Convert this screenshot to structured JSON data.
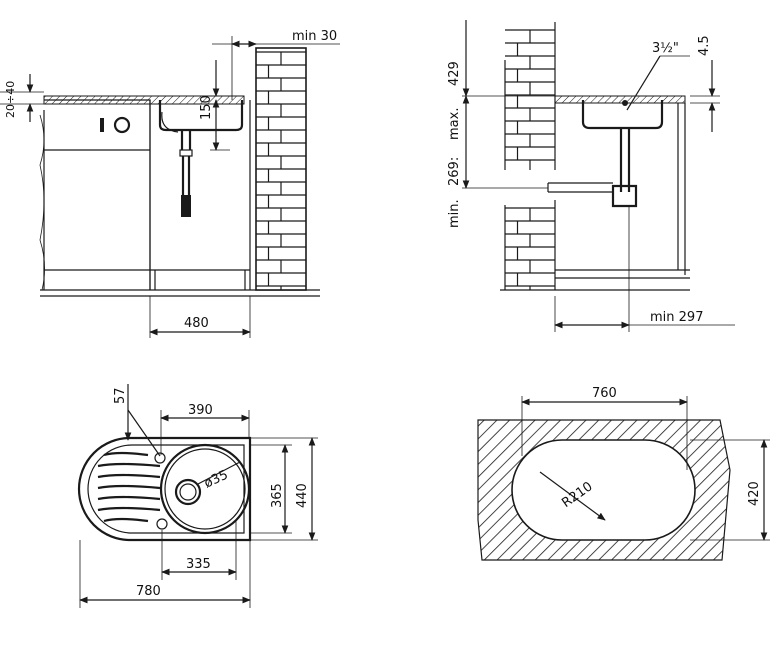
{
  "dimensions": {
    "min_30": "min 30",
    "d20_40": "20÷40",
    "d150": "150",
    "d480": "480",
    "d429": "429",
    "max": "max.",
    "d269": "269:",
    "min": "min.",
    "d3half": "3½\"",
    "d4_5": "4.5",
    "min_297": "min 297",
    "d57": "57",
    "d390": "390",
    "d_o35": "ø35",
    "d365": "365",
    "d440": "440",
    "d335": "335",
    "d780": "780",
    "d760": "760",
    "r210": "R210",
    "d420": "420"
  },
  "colors": {
    "ink": "#1a1a1a",
    "background": "#ffffff"
  }
}
